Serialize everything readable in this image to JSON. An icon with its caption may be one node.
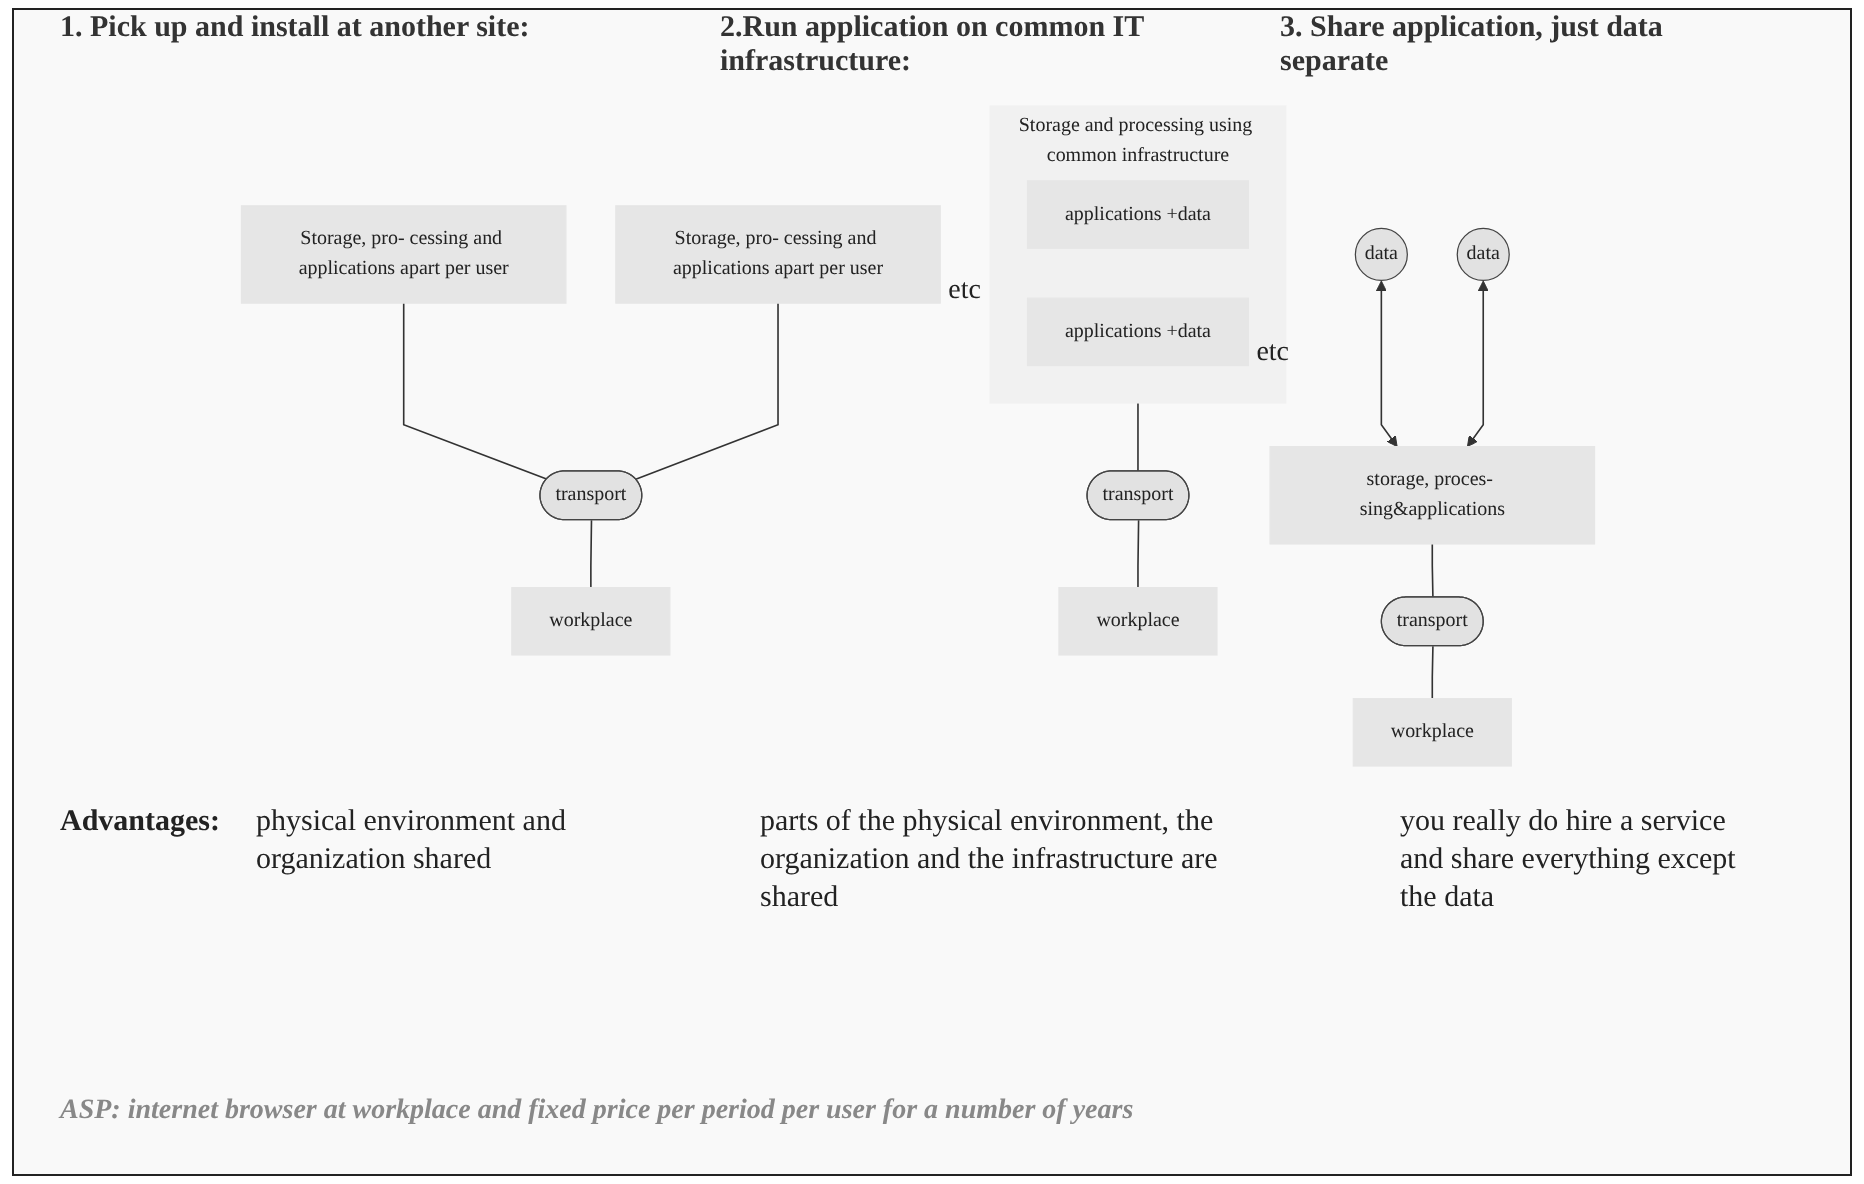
{
  "diagram": {
    "caption": "ASP: internet browser at workplace and fixed price per period per user for a number of years",
    "nodes": [
      {
        "text": [
          "Storage, pro- cessing and applications apart per user"
        ]
      },
      {
        "text": [
          "Storage, pro- cessing and applications apart per user"
        ]
      },
      {
        "text": [
          "transport"
        ]
      },
      {
        "text": [
          "workplace"
        ]
      },
      {
        "text": [
          "Storage and processing using common infrastructure"
        ]
      },
      {
        "text": [
          "applications +data"
        ],
        "in": 4
      },
      {
        "text": [
          "applications +data"
        ],
        "in": 4
      },
      {
        "text": [
          "transport"
        ]
      },
      {
        "text": [
          "workplace"
        ]
      },
      {
        "text": [
          "data"
        ]
      },
      {
        "text": [
          "data"
        ]
      },
      {
        "text": [
          "storage, proces- sing&applications"
        ]
      },
      {
        "text": [
          "transport"
        ]
      },
      {
        "text": [
          "workplace"
        ]
      }
    ],
    "edges": [
      {
        "from": 0,
        "to": 2,
        "arrow": "none"
      },
      {
        "from": 1,
        "to": 2,
        "arrow": "none"
      },
      {
        "from": 2,
        "to": 3,
        "arrow": "none"
      },
      {
        "from": 4,
        "to": 7,
        "arrow": "none"
      },
      {
        "from": 7,
        "to": 8,
        "arrow": "none"
      },
      {
        "from": 9,
        "to": 11,
        "arrow": "both"
      },
      {
        "from": 10,
        "to": 11,
        "arrow": "both"
      },
      {
        "from": 11,
        "to": 12,
        "arrow": "none"
      },
      {
        "from": 12,
        "to": 13,
        "arrow": "none"
      }
    ],
    "labels": [
      "1. Pick up and install at another site:",
      "2.Run application on common IT infrastructure:",
      "3. Share application, just data separate",
      "etc",
      "etc",
      "Advantages:",
      "physical environment and organization shared",
      "parts of the physical environment, the organization and the infrastructure are shared",
      "you really do hire a service and share everything except the data"
    ]
  }
}
